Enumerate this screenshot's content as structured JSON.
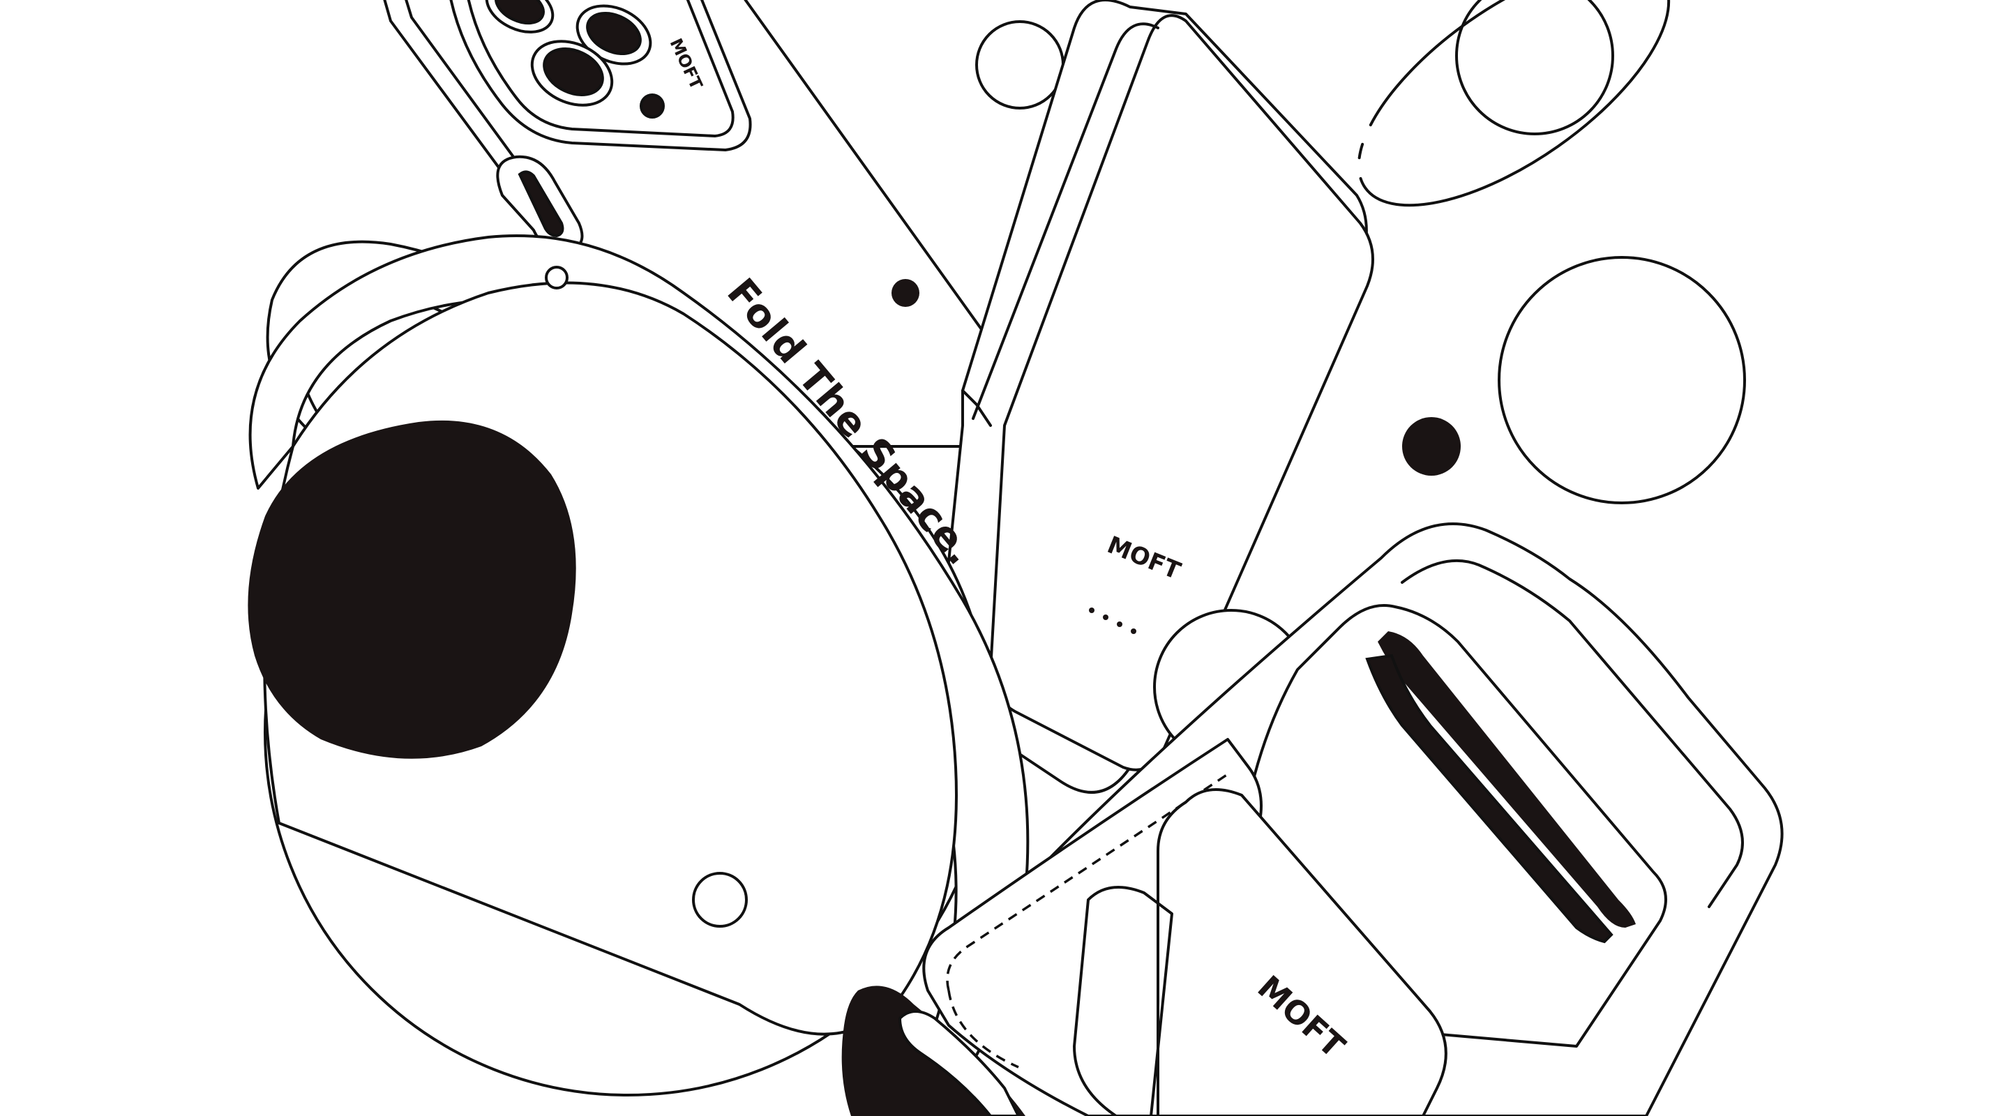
{
  "tagline": "Fold The Space.",
  "brand": "MOFT",
  "colors": {
    "ink": "#1a1414",
    "background": "#ffffff"
  },
  "icons": [
    "planet-illustration",
    "phone-case-illustration",
    "phone-stand-illustration",
    "wallet-stand-illustration",
    "circle-decoration"
  ]
}
